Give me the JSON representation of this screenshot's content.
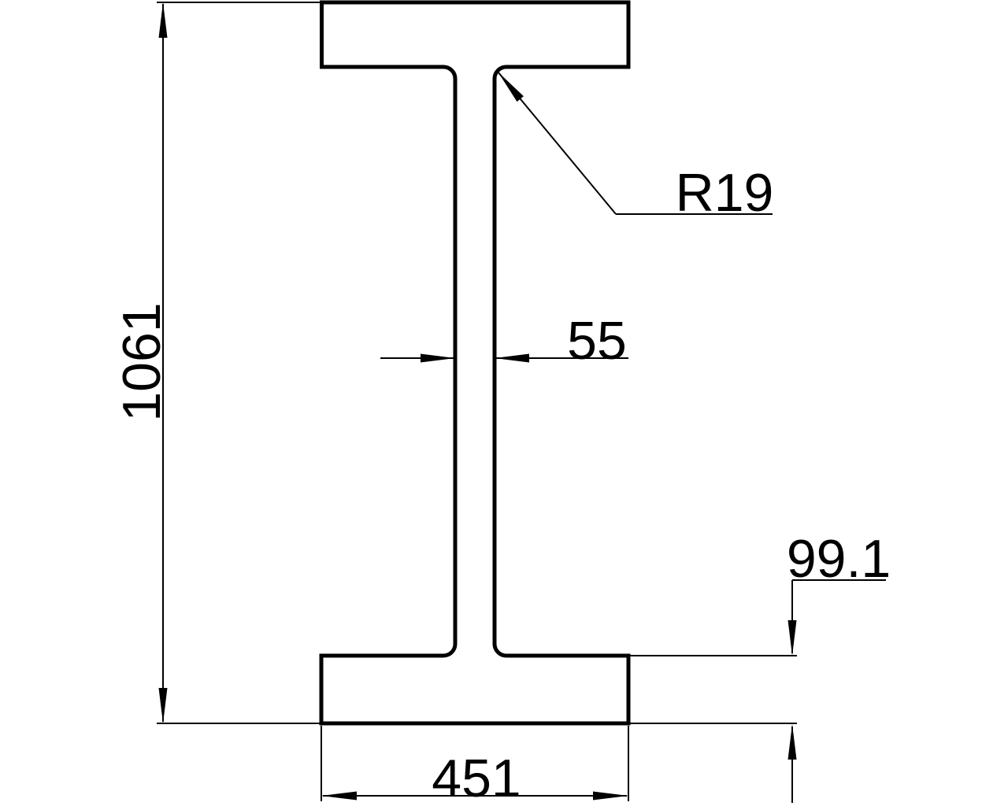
{
  "drawing": {
    "kind": "I-beam cross-section",
    "colors": {
      "background": "#ffffff",
      "line": "#000000"
    },
    "labels": {
      "overall_height": "1061",
      "web_thickness": "55",
      "fillet_radius": "R19",
      "flange_thickness": "99.1",
      "flange_width": "451"
    }
  }
}
